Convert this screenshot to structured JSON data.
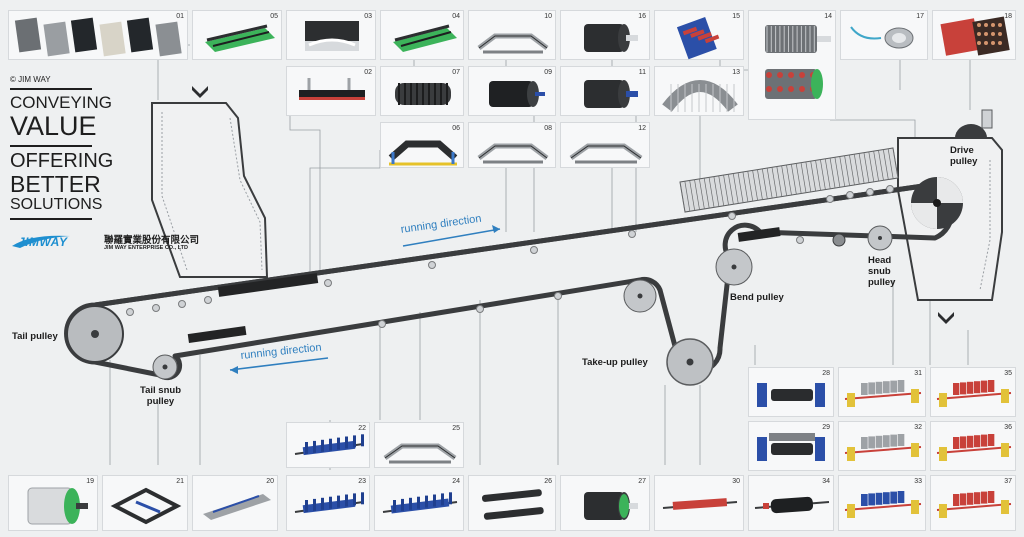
{
  "brand": {
    "copyright": "© JIM WAY",
    "slogan1_line1": "CONVEYING",
    "slogan1_line2": "VALUE",
    "slogan2_line1": "OFFERING",
    "slogan2_line2": "BETTER",
    "slogan2_line3": "SOLUTIONS",
    "logo_text": "JIMWAY",
    "company_cn": "聯羅實業股份有限公司",
    "company_en": "JIM WAY ENTERPRISE CO., LTD",
    "logo_color": "#1e8fd0"
  },
  "labels": {
    "tail_pulley": "Tail pulley",
    "tail_snub_line1": "Tail snub",
    "tail_snub_line2": "pulley",
    "takeup_pulley": "Take-up pulley",
    "bend_pulley": "Bend pulley",
    "head_snub_line1": "Head",
    "head_snub_line2": "snub",
    "head_snub_line3": "pulley",
    "drive_line1": "Drive",
    "drive_line2": "pulley",
    "running_direction_top": "running direction",
    "running_direction_bottom": "running direction"
  },
  "colors": {
    "belt": "#3a3c3e",
    "accent_blue": "#2f7fbf",
    "leader_line": "#9a9fa4",
    "tile_border": "#d6d9dc"
  },
  "tiles": [
    {
      "id": "01",
      "num": "01",
      "icon": "rubber-liner-sheets-icon"
    },
    {
      "id": "05",
      "num": "05",
      "icon": "impact-bed-icon"
    },
    {
      "id": "03",
      "num": "03",
      "icon": "belt-cleaner-box-icon"
    },
    {
      "id": "04",
      "num": "04",
      "icon": "impact-bed-frame-icon"
    },
    {
      "id": "10",
      "num": "10",
      "icon": "troughing-idler-frame-icon"
    },
    {
      "id": "16",
      "num": "16",
      "icon": "lagged-pulley-icon"
    },
    {
      "id": "15",
      "num": "15",
      "icon": "ceramic-lagging-pad-icon"
    },
    {
      "id": "14",
      "num": "14",
      "icon": "wing-pulley-icon"
    },
    {
      "id": "17",
      "num": "17",
      "icon": "switch-sensor-icon"
    },
    {
      "id": "18",
      "num": "18",
      "icon": "ceramic-lagging-sheet-icon"
    },
    {
      "id": "02",
      "num": "02",
      "icon": "skirt-board-icon"
    },
    {
      "id": "07",
      "num": "07",
      "icon": "impact-roller-icon"
    },
    {
      "id": "09",
      "num": "09",
      "icon": "steel-roller-icon"
    },
    {
      "id": "11",
      "num": "11",
      "icon": "rubber-roller-icon"
    },
    {
      "id": "13",
      "num": "13",
      "icon": "belt-cover-icon"
    },
    {
      "id": "06",
      "num": "06",
      "icon": "impact-idler-icon"
    },
    {
      "id": "08",
      "num": "08",
      "icon": "carrying-idler-icon"
    },
    {
      "id": "12",
      "num": "12",
      "icon": "training-idler-icon"
    },
    {
      "id": "22",
      "num": "22",
      "icon": "return-idler-icon"
    },
    {
      "id": "25",
      "num": "25",
      "icon": "return-training-idler-icon"
    },
    {
      "id": "28",
      "num": "28",
      "icon": "pre-cleaner-icon"
    },
    {
      "id": "31",
      "num": "31",
      "icon": "primary-cleaner-icon"
    },
    {
      "id": "35",
      "num": "35",
      "icon": "secondary-cleaner-icon"
    },
    {
      "id": "29",
      "num": "29",
      "icon": "brush-cleaner-icon"
    },
    {
      "id": "32",
      "num": "32",
      "icon": "blade-cleaner-icon"
    },
    {
      "id": "36",
      "num": "36",
      "icon": "v-plough-icon"
    },
    {
      "id": "19",
      "num": "19",
      "icon": "tail-pulley-icon"
    },
    {
      "id": "21",
      "num": "21",
      "icon": "plough-frame-icon"
    },
    {
      "id": "20",
      "num": "20",
      "icon": "diagonal-plough-icon"
    },
    {
      "id": "23",
      "num": "23",
      "icon": "rubber-disc-return-idler-icon"
    },
    {
      "id": "24",
      "num": "24",
      "icon": "spiral-return-idler-icon"
    },
    {
      "id": "26",
      "num": "26",
      "icon": "return-roller-pair-icon"
    },
    {
      "id": "27",
      "num": "27",
      "icon": "snub-pulley-icon"
    },
    {
      "id": "30",
      "num": "30",
      "icon": "polyurethane-blade-icon"
    },
    {
      "id": "34",
      "num": "34",
      "icon": "rotary-brush-icon"
    },
    {
      "id": "33",
      "num": "33",
      "icon": "segmented-cleaner-icon"
    },
    {
      "id": "37",
      "num": "37",
      "icon": "tertiary-cleaner-icon"
    }
  ]
}
